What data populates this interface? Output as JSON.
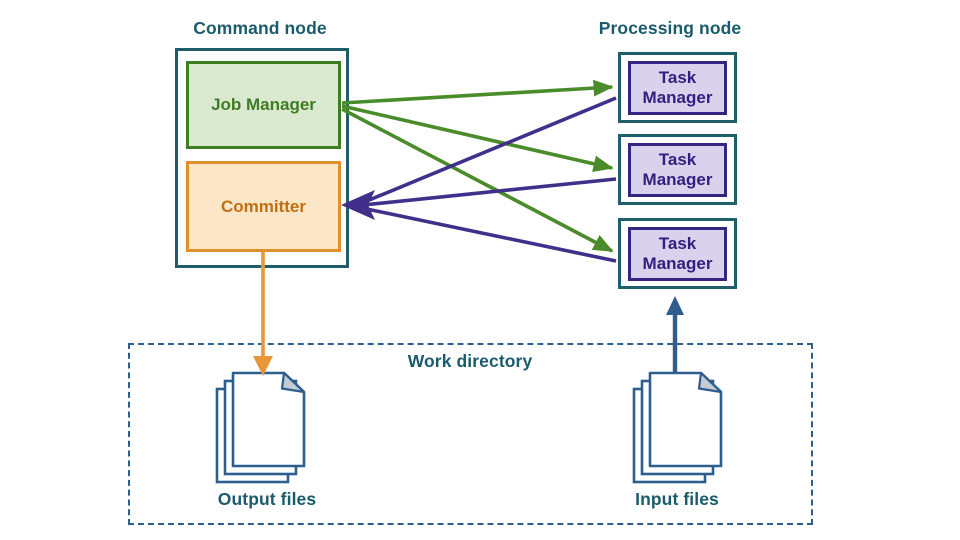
{
  "diagram": {
    "command_node": {
      "label": "Command node",
      "job_manager_label": "Job Manager",
      "committer_label": "Committer"
    },
    "processing_node": {
      "label": "Processing node",
      "task_managers": [
        "Task Manager",
        "Task Manager",
        "Task Manager"
      ]
    },
    "work_directory": {
      "label": "Work directory",
      "output_files_label": "Output files",
      "input_files_label": "Input files"
    },
    "edges": [
      {
        "from": "Job Manager",
        "to": "Task Manager 1",
        "color": "green"
      },
      {
        "from": "Job Manager",
        "to": "Task Manager 2",
        "color": "green"
      },
      {
        "from": "Job Manager",
        "to": "Task Manager 3",
        "color": "green"
      },
      {
        "from": "Task Manager 1",
        "to": "Committer",
        "color": "purple"
      },
      {
        "from": "Task Manager 2",
        "to": "Committer",
        "color": "purple"
      },
      {
        "from": "Task Manager 3",
        "to": "Committer",
        "color": "purple"
      },
      {
        "from": "Committer",
        "to": "Output files",
        "color": "orange"
      },
      {
        "from": "Input files",
        "to": "Task Manager 3",
        "color": "blue"
      }
    ],
    "colors": {
      "teal_border": "#215d68",
      "section_label_text": "#1a5b6c",
      "green_border": "#3e7d22",
      "green_fill": "#dbe9d1",
      "green_arrow": "#4a8b2a",
      "orange_border": "#e1902e",
      "orange_fill": "#fbe6c8",
      "orange_text": "#c06f12",
      "orange_arrow": "#e8963a",
      "purple_border": "#362483",
      "purple_fill": "#d9d2ec",
      "purple_arrow": "#40308b",
      "blue": "#2d5e8e",
      "doc_fold_gray": "#c6cbd4"
    }
  }
}
